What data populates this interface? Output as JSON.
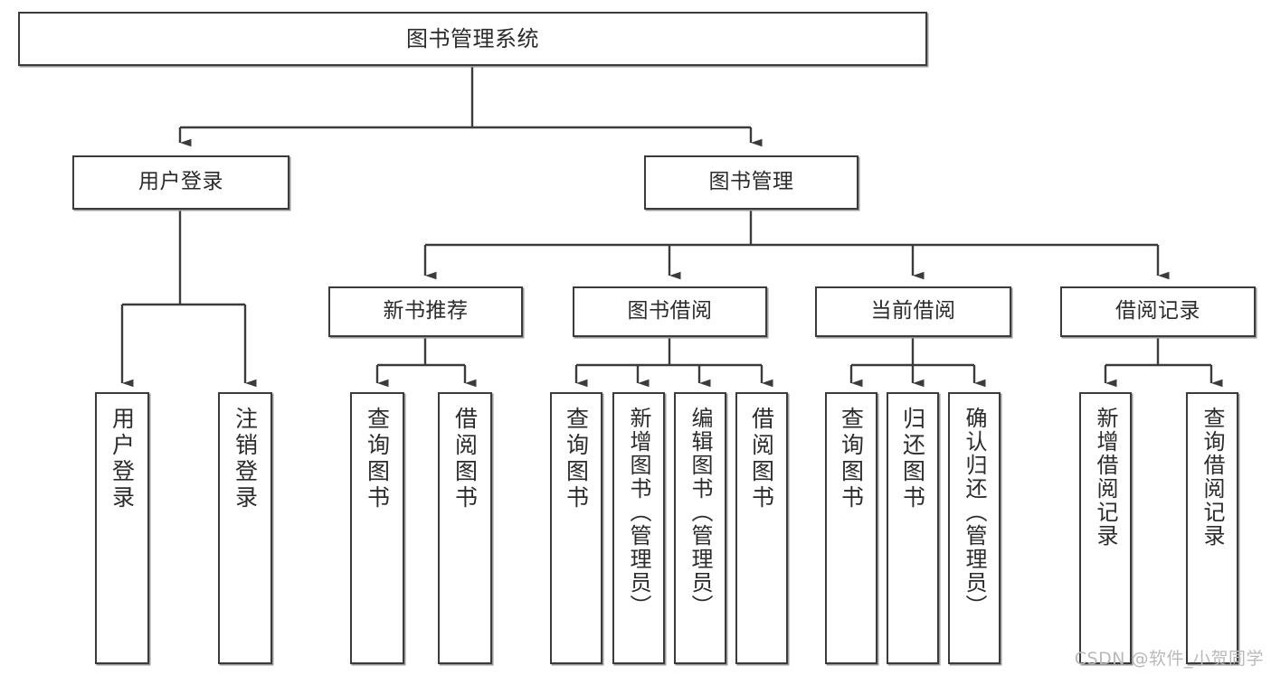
{
  "diagram": {
    "title": "图书管理系统",
    "type": "tree",
    "orientation": "top-down",
    "line_color": "#3b3b3b",
    "box_fill": "#ffffff",
    "text_color": "#2b2b2b",
    "shadow_color": "#9a9a9a",
    "levels": 4
  },
  "root": {
    "label": "图书管理系统"
  },
  "level1": [
    {
      "label": "用户登录"
    },
    {
      "label": "图书管理"
    }
  ],
  "level2": [
    {
      "label": "新书推荐"
    },
    {
      "label": "图书借阅"
    },
    {
      "label": "当前借阅"
    },
    {
      "label": "借阅记录"
    }
  ],
  "leaves": {
    "user_login": [
      {
        "label": "用户登录"
      },
      {
        "label": "注销登录"
      }
    ],
    "new_book_recommend": [
      {
        "label": "查询图书"
      },
      {
        "label": "借阅图书"
      }
    ],
    "book_borrow": [
      {
        "label": "查询图书"
      },
      {
        "label": "新增图书（管理员）"
      },
      {
        "label": "编辑图书（管理员）"
      },
      {
        "label": "借阅图书"
      }
    ],
    "current_borrow": [
      {
        "label": "查询图书"
      },
      {
        "label": "归还图书"
      },
      {
        "label": "确认归还（管理员）"
      }
    ],
    "borrow_record": [
      {
        "label": "新增借阅记录"
      },
      {
        "label": "查询借阅记录"
      }
    ]
  },
  "watermark": {
    "text": "CSDN @软件_小贺同学",
    "color": "#b9b9b9"
  }
}
